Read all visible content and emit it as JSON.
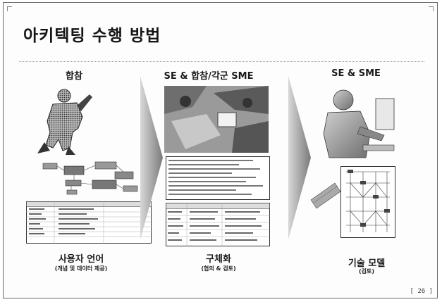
{
  "slide": {
    "title": "아키텍팅 수행 방법",
    "page_number": "[ 26 ]"
  },
  "columns": [
    {
      "heading": "합참",
      "label": "사용자 언어",
      "caption": "(개념 및 데이터 제공)"
    },
    {
      "heading": "SE & 합참/각군 SME",
      "label": "구체화",
      "caption": "(협의 & 검토)"
    },
    {
      "heading": "SE & SME",
      "label": "기술 모델",
      "caption": "(검토)"
    }
  ],
  "icons": {
    "soldier": "soldier-clipart-icon",
    "teamwork": "meeting-clipart-icon",
    "engineer": "engineer-at-computer-icon",
    "arrow": "chevron-arrow-icon"
  }
}
